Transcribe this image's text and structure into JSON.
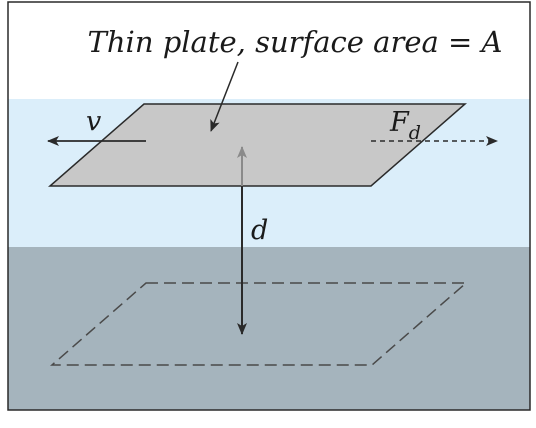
{
  "labels": {
    "plate": "Thin plate, surface area = A",
    "velocity": "v",
    "drag_force": "F",
    "drag_force_sub": "d",
    "distance": "d"
  },
  "colors": {
    "air": "#ffffff",
    "fluid_top": "#dbeefa",
    "fluid_bottom": "#a5b4bd",
    "plate_fill": "#c8c8c8",
    "outline": "#2a2a2a",
    "upward_arrow": "#8a8a8a"
  }
}
